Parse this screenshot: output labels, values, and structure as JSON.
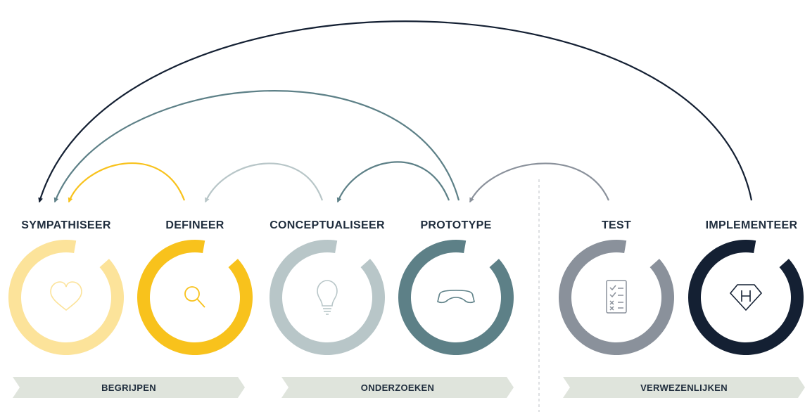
{
  "stages": [
    {
      "label": "SYMPATHISEER",
      "color": "#fce39a",
      "icon": "heart-icon"
    },
    {
      "label": "DEFINEER",
      "color": "#f8c21c",
      "icon": "magnifier-icon"
    },
    {
      "label": "CONCEPTUALISEER",
      "color": "#b8c6c8",
      "icon": "lightbulb-icon"
    },
    {
      "label": "PROTOTYPE",
      "color": "#5d8087",
      "icon": "vr-goggles-icon"
    },
    {
      "label": "TEST",
      "color": "#8a919b",
      "icon": "checklist-icon"
    },
    {
      "label": "IMPLEMENTEER",
      "color": "#142033",
      "icon": "hero-shield-icon"
    }
  ],
  "phases": [
    {
      "label": "BEGRIJPEN"
    },
    {
      "label": "ONDERZOEKEN"
    },
    {
      "label": "VERWEZENLIJKEN"
    }
  ],
  "colors": {
    "text": "#1f2d3d",
    "ribbon": "#dfe4dc",
    "divider": "#c8ccd0"
  },
  "arrows": [
    {
      "from": "DEFINEER",
      "to": "SYMPATHISEER",
      "color": "#f8c21c"
    },
    {
      "from": "CONCEPTUALISEER",
      "to": "DEFINEER",
      "color": "#b8c6c8"
    },
    {
      "from": "PROTOTYPE",
      "to": "CONCEPTUALISEER",
      "color": "#5d8087"
    },
    {
      "from": "PROTOTYPE",
      "to": "SYMPATHISEER",
      "color": "#5d8087"
    },
    {
      "from": "TEST",
      "to": "PROTOTYPE",
      "color": "#8a919b"
    },
    {
      "from": "IMPLEMENTEER",
      "to": "SYMPATHISEER",
      "color": "#142033"
    }
  ]
}
